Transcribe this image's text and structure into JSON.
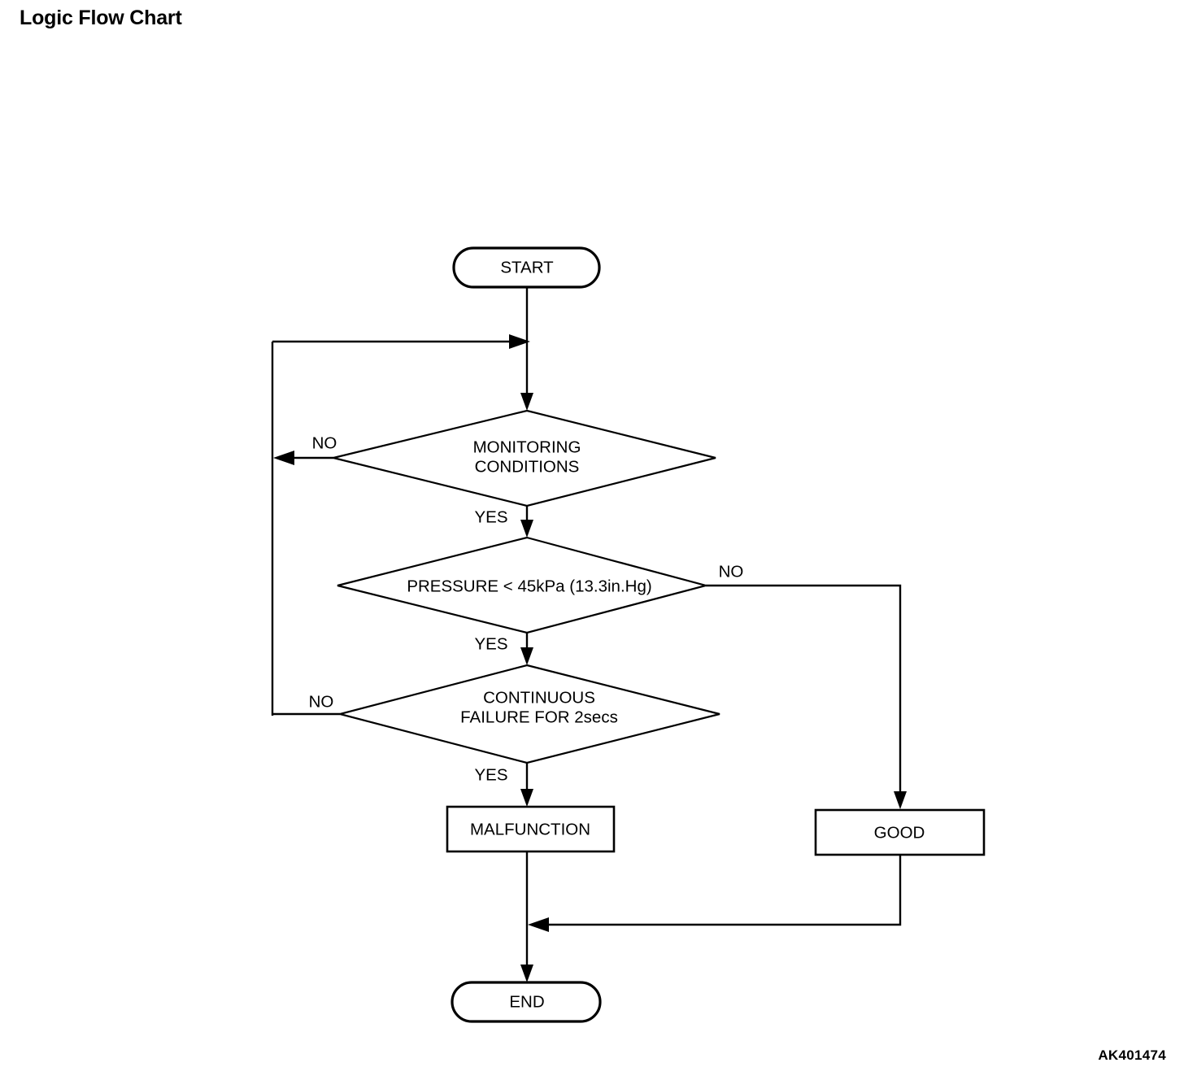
{
  "page": {
    "title": "Logic Flow Chart",
    "figure_code": "AK401474",
    "background_color": "#ffffff",
    "line_color": "#000000"
  },
  "chart_data": {
    "type": "diagram",
    "diagram_type": "flowchart",
    "title": "Logic Flow Chart",
    "orientation": "top-to-bottom",
    "nodes": [
      {
        "id": "start",
        "shape": "terminator",
        "label": "START"
      },
      {
        "id": "monitor",
        "shape": "decision",
        "label": "MONITORING CONDITIONS",
        "line1": "MONITORING",
        "line2": "CONDITIONS"
      },
      {
        "id": "pressure",
        "shape": "decision",
        "label": "PRESSURE < 45kPa (13.3in.Hg)",
        "line1": "PRESSURE < 45kPa (13.3in.Hg)",
        "line2": ""
      },
      {
        "id": "failure",
        "shape": "decision",
        "label": "CONTINUOUS FAILURE FOR 2secs",
        "line1": "CONTINUOUS",
        "line2": "FAILURE FOR 2secs"
      },
      {
        "id": "malfunction",
        "shape": "process",
        "label": "MALFUNCTION"
      },
      {
        "id": "good",
        "shape": "process",
        "label": "GOOD"
      },
      {
        "id": "end",
        "shape": "terminator",
        "label": "END"
      }
    ],
    "edges": [
      {
        "from": "start",
        "to": "monitor",
        "label": ""
      },
      {
        "from": "monitor",
        "to": "monitor",
        "label": "NO",
        "note": "loops back to input of MONITORING CONDITIONS"
      },
      {
        "from": "monitor",
        "to": "pressure",
        "label": "YES"
      },
      {
        "from": "pressure",
        "to": "good",
        "label": "NO"
      },
      {
        "from": "pressure",
        "to": "failure",
        "label": "YES"
      },
      {
        "from": "failure",
        "to": "monitor",
        "label": "NO",
        "note": "loops back to input of MONITORING CONDITIONS"
      },
      {
        "from": "failure",
        "to": "malfunction",
        "label": "YES"
      },
      {
        "from": "malfunction",
        "to": "end",
        "label": ""
      },
      {
        "from": "good",
        "to": "end",
        "label": ""
      }
    ],
    "labels": {
      "yes": "YES",
      "no": "NO"
    }
  },
  "nodes": {
    "start": {
      "label": "START"
    },
    "monitor": {
      "line1": "MONITORING",
      "line2": "CONDITIONS"
    },
    "pressure": {
      "line1": "PRESSURE < 45kPa (13.3in.Hg)"
    },
    "failure": {
      "line1": "CONTINUOUS",
      "line2": "FAILURE FOR 2secs"
    },
    "malfunction": {
      "label": "MALFUNCTION"
    },
    "good": {
      "label": "GOOD"
    },
    "end": {
      "label": "END"
    }
  },
  "edge_labels": {
    "monitor_no": "NO",
    "monitor_yes": "YES",
    "pressure_no": "NO",
    "pressure_yes": "YES",
    "failure_no": "NO",
    "failure_yes": "YES"
  }
}
